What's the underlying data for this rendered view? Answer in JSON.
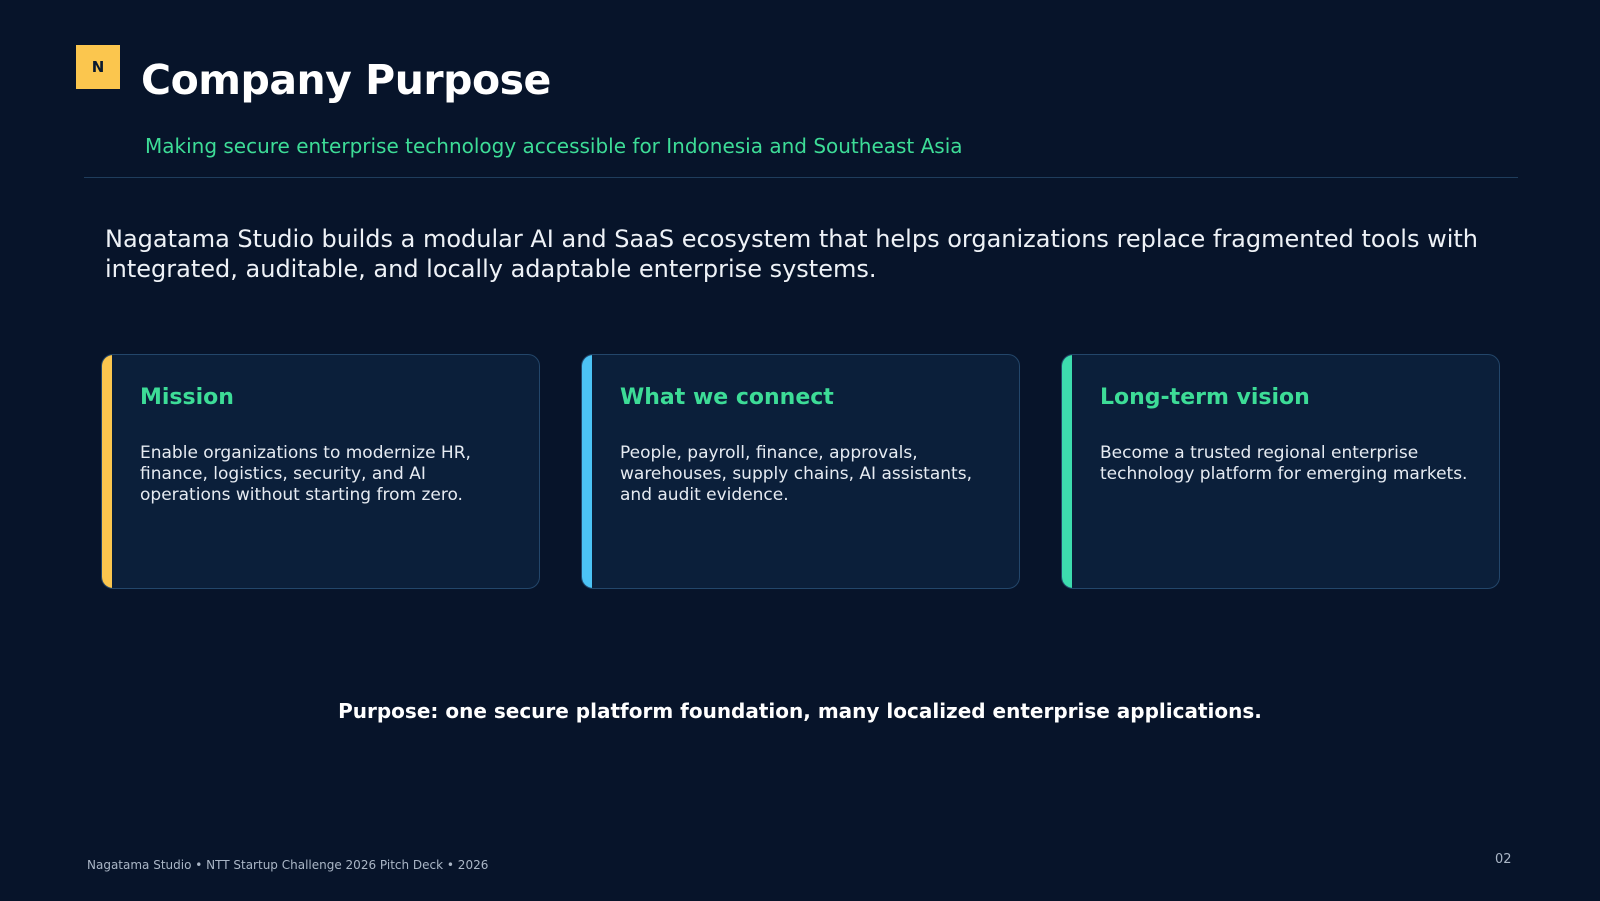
{
  "header": {
    "logo_letter": "N",
    "title": "Company Purpose",
    "subtitle": "Making secure enterprise technology accessible for Indonesia and Southeast Asia"
  },
  "lead_text": "Nagatama Studio builds a modular AI and SaaS ecosystem that helps organizations replace fragmented tools with integrated, auditable, and locally adaptable enterprise systems.",
  "cards": [
    {
      "heading": "Mission",
      "body": "Enable organizations to modernize HR, finance, logistics, security, and AI operations without starting from zero.",
      "accent_color": "#fbc64e"
    },
    {
      "heading": "What we connect",
      "body": "People, payroll, finance, approvals, warehouses, supply chains, AI assistants, and audit evidence.",
      "accent_color": "#4cc3f5"
    },
    {
      "heading": "Long-term vision",
      "body": "Become a trusted regional enterprise technology platform for emerging markets.",
      "accent_color": "#3ddcae"
    }
  ],
  "tagline": "Purpose: one secure platform foundation, many localized enterprise applications.",
  "footer": {
    "text": "Nagatama Studio • NTT Startup Challenge 2026 Pitch Deck • 2026",
    "page_number": "02"
  },
  "colors": {
    "background": "#07142a",
    "card_background": "#0b1f3a",
    "brand_accent": "#fbc64e",
    "heading_green": "#3ddc97"
  }
}
